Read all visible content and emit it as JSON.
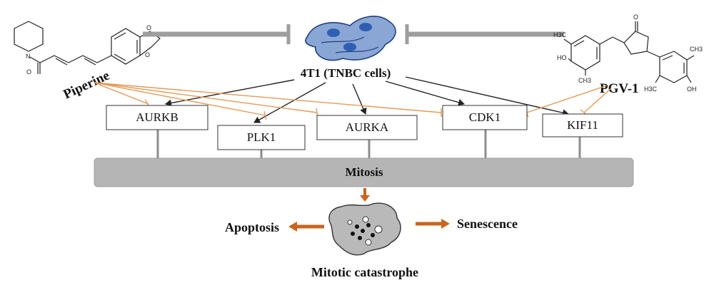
{
  "compounds": {
    "left": "Piperine",
    "right": "PGV-1"
  },
  "cell_line": "4T1 (TNBC cells)",
  "genes": [
    "AURKB",
    "PLK1",
    "AURKA",
    "CDK1",
    "KIF11"
  ],
  "process": "Mitosis",
  "outcomes": {
    "left": "Apoptosis",
    "center": "Mitotic catastrophe",
    "right": "Senescence"
  },
  "chem_labels": {
    "nitrogen": "N",
    "oxygen": "O",
    "methyl": "H3C",
    "methyl2": "CH3",
    "hydroxyl": "HO",
    "hydroxyl2": "OH"
  },
  "colors": {
    "inhibition_gray": "#9e9e9e",
    "inhibition_orange": "#e39a57",
    "arrow_brown": "#c9651f",
    "mitosis_bar": "#b5b5b5",
    "cell_fill": "#8aa6d4",
    "nucleus_fill": "#2f5fb3"
  }
}
